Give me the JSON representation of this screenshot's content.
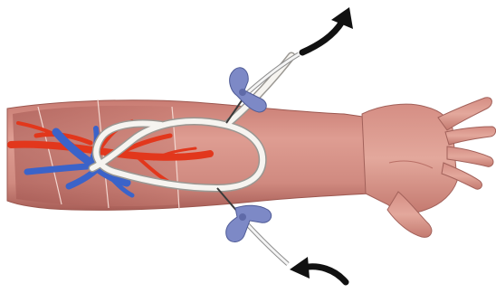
{
  "illustration": {
    "subject": "forearm-av-loop-graft",
    "elements": [
      "forearm-skin",
      "hand",
      "artery",
      "vein",
      "loop-graft",
      "upper-needle",
      "lower-needle",
      "outflow-arrow-icon",
      "inflow-arrow-icon"
    ]
  },
  "colors": {
    "background": "#ffffff",
    "skin": "#d9958c",
    "skin_dark": "#b46a62",
    "artery": "#e2371c",
    "vein": "#3b63c9",
    "graft": "#f6f4f0",
    "needle_wing": "#7d89c6",
    "arrow": "#111111"
  }
}
